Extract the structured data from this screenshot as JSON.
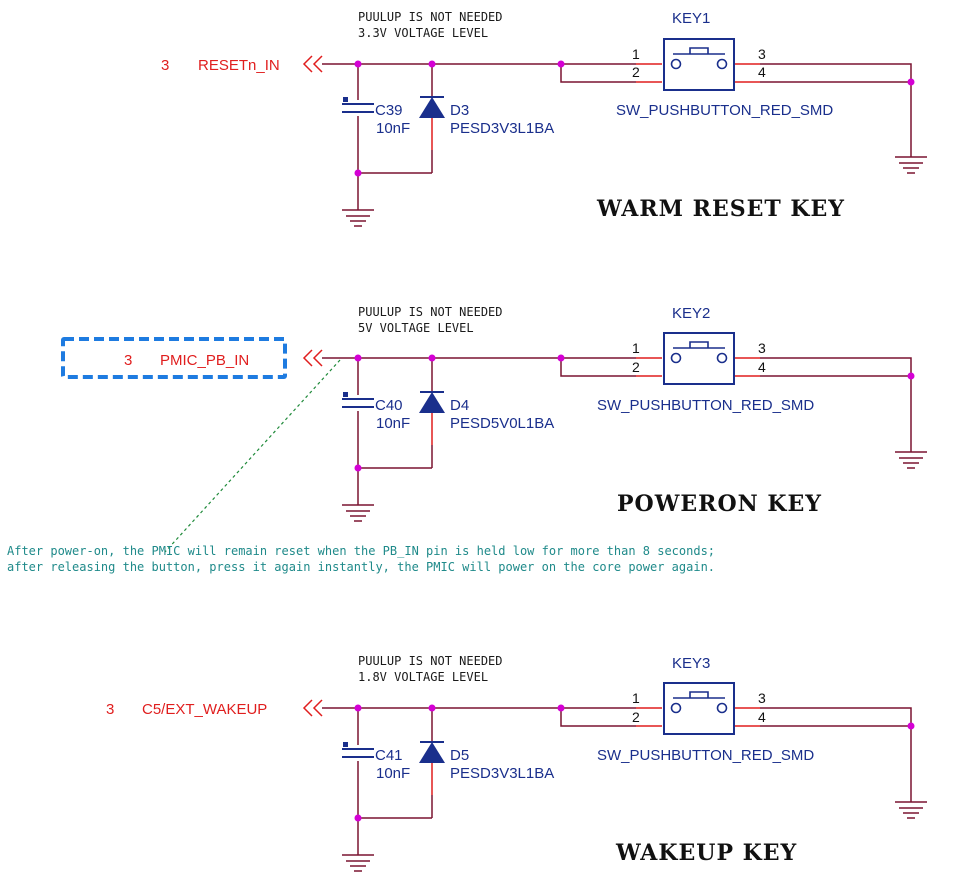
{
  "circuits": [
    {
      "notes": [
        "PUULUP IS NOT NEEDED",
        "3.3V VOLTAGE LEVEL"
      ],
      "sheet_ref": "3",
      "net_name": "RESETn_IN",
      "cap_ref": "C39",
      "cap_value": "10nF",
      "diode_ref": "D3",
      "diode_part": "PESD3V3L1BA",
      "key_ref": "KEY1",
      "key_part": "SW_PUSHBUTTON_RED_SMD",
      "pins": [
        "1",
        "2",
        "3",
        "4"
      ],
      "title": "WARM RESET KEY"
    },
    {
      "notes": [
        "PUULUP IS NOT NEEDED",
        "5V VOLTAGE LEVEL"
      ],
      "sheet_ref": "3",
      "net_name": "PMIC_PB_IN",
      "cap_ref": "C40",
      "cap_value": "10nF",
      "diode_ref": "D4",
      "diode_part": "PESD5V0L1BA",
      "key_ref": "KEY2",
      "key_part": "SW_PUSHBUTTON_RED_SMD",
      "pins": [
        "1",
        "2",
        "3",
        "4"
      ],
      "title": "POWERON KEY"
    },
    {
      "notes": [
        "PUULUP IS NOT NEEDED",
        "1.8V VOLTAGE LEVEL"
      ],
      "sheet_ref": "3",
      "net_name": "C5/EXT_WAKEUP",
      "cap_ref": "C41",
      "cap_value": "10nF",
      "diode_ref": "D5",
      "diode_part": "PESD3V3L1BA",
      "key_ref": "KEY3",
      "key_part": "SW_PUSHBUTTON_RED_SMD",
      "pins": [
        "1",
        "2",
        "3",
        "4"
      ],
      "title": "WAKEUP KEY"
    }
  ],
  "annotation": {
    "lines": [
      "After power-on, the PMIC will remain reset when the PB_IN pin is held low for more than 8 seconds;",
      "after releasing the button, press it again instantly, the PMIC will power on the core power again."
    ]
  },
  "colors": {
    "net": "#7a1430",
    "pin": "#e01e1e",
    "part": "#1a2f8c",
    "junction": "#d400d4",
    "label_red": "#e01e1e",
    "highlight_box": "#1e7be0",
    "note_text": "#1f8a8a"
  }
}
